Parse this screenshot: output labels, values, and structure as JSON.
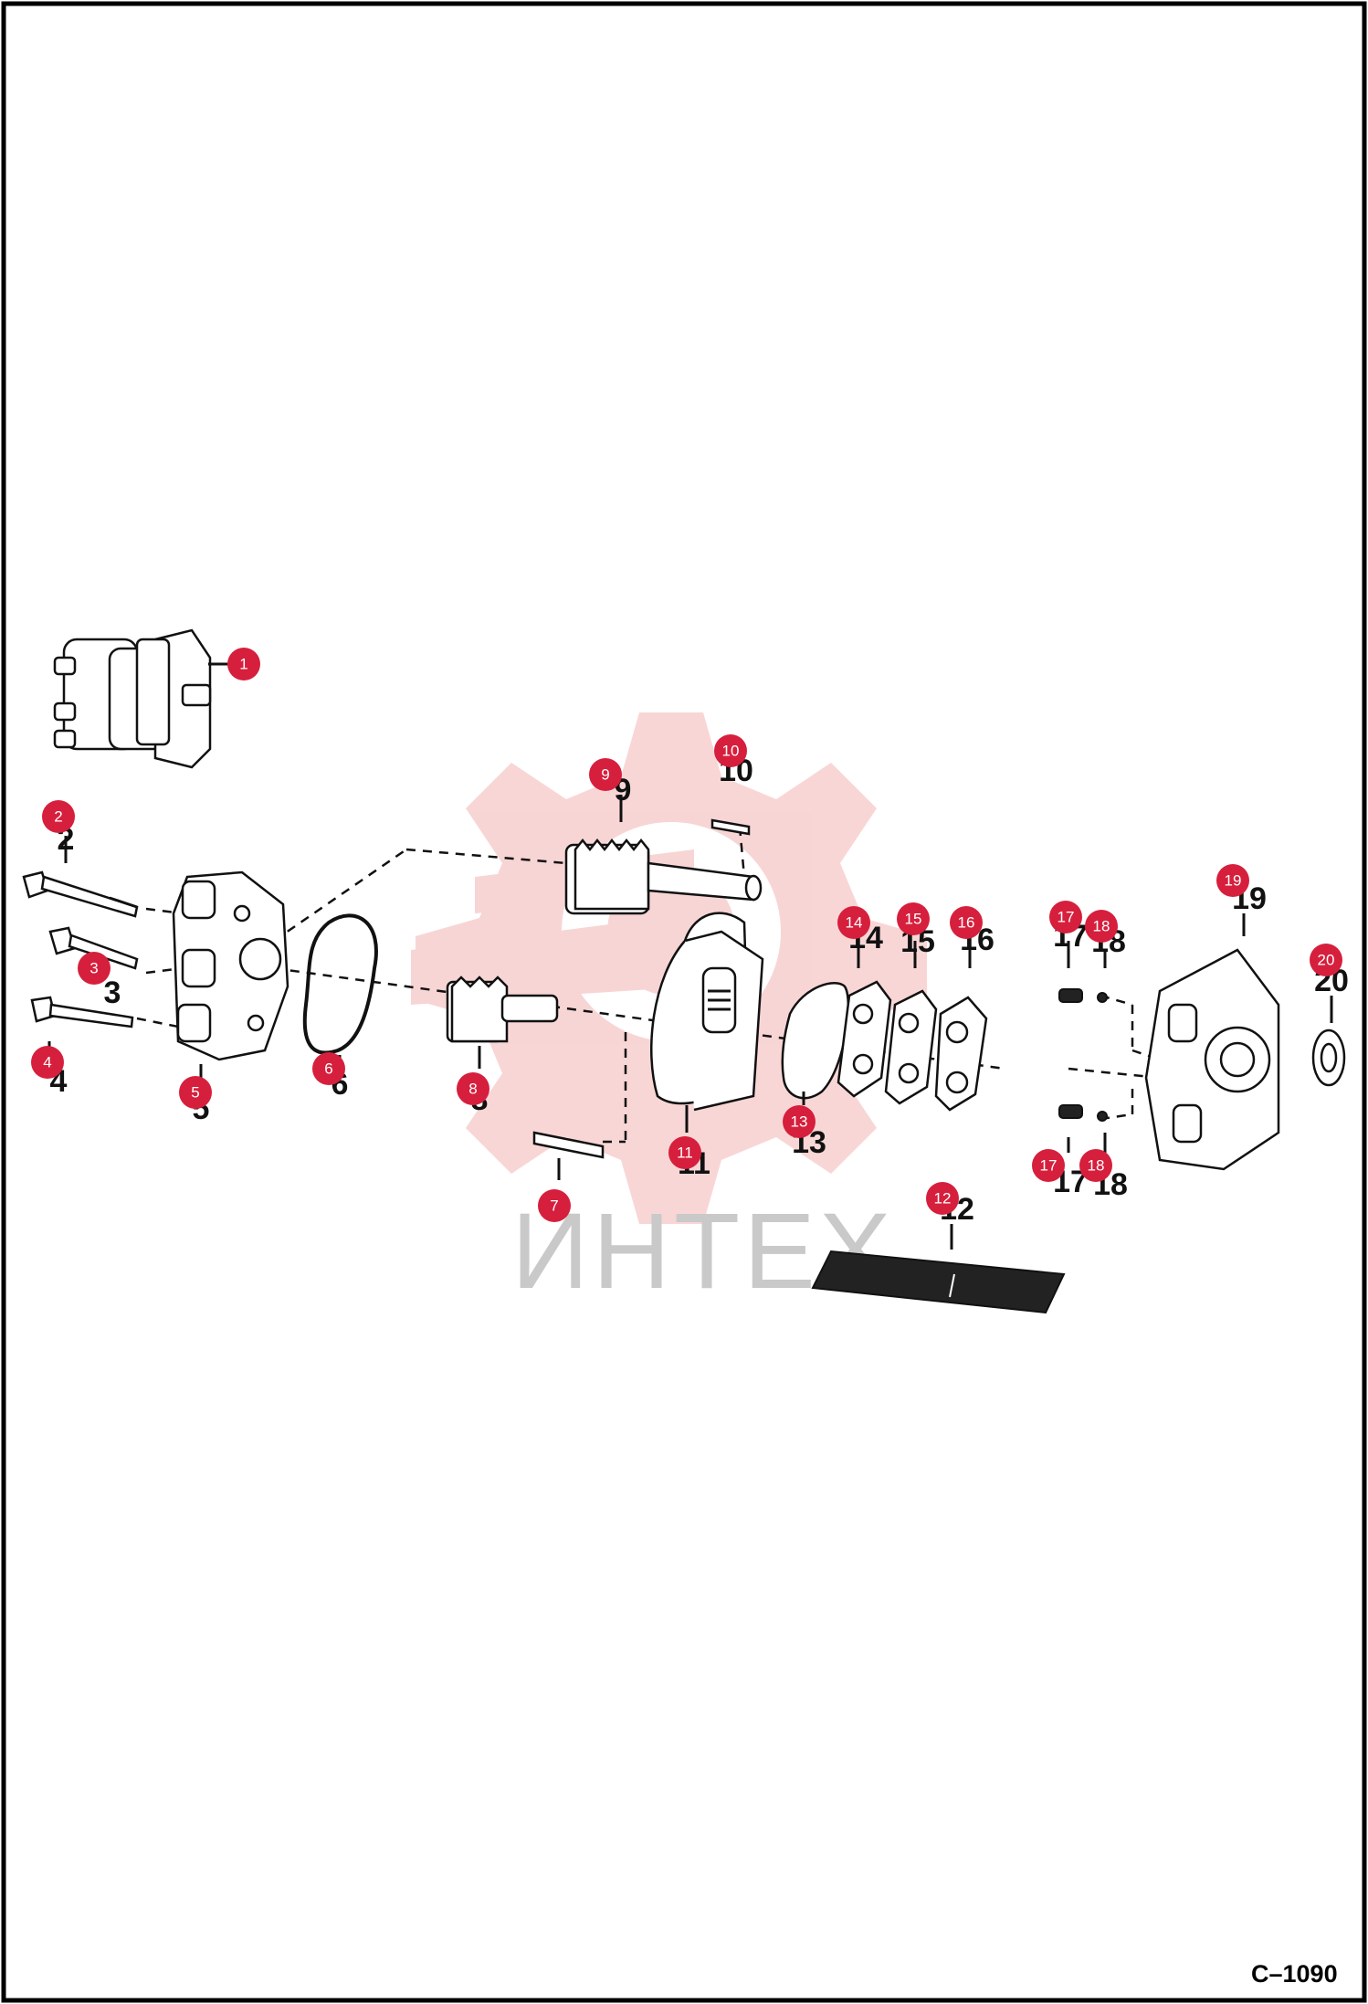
{
  "document": {
    "code": "C–1090",
    "watermark": "ИНТЕХ"
  },
  "colors": {
    "callout": "#d61f3c",
    "line": "#111111",
    "watermark": "#f6c0c0"
  },
  "callouts": [
    {
      "id": "1",
      "label": "1"
    },
    {
      "id": "2",
      "label": "2"
    },
    {
      "id": "3",
      "label": "3"
    },
    {
      "id": "4",
      "label": "4"
    },
    {
      "id": "5",
      "label": "5"
    },
    {
      "id": "6",
      "label": "6"
    },
    {
      "id": "7",
      "label": "7"
    },
    {
      "id": "8",
      "label": "8"
    },
    {
      "id": "9",
      "label": "9"
    },
    {
      "id": "10",
      "label": "10"
    },
    {
      "id": "11",
      "label": "11"
    },
    {
      "id": "12",
      "label": "12"
    },
    {
      "id": "13",
      "label": "13"
    },
    {
      "id": "14",
      "label": "14"
    },
    {
      "id": "15",
      "label": "15"
    },
    {
      "id": "16",
      "label": "16"
    },
    {
      "id": "17a",
      "label": "17"
    },
    {
      "id": "18a",
      "label": "18"
    },
    {
      "id": "17b",
      "label": "17"
    },
    {
      "id": "18b",
      "label": "18"
    },
    {
      "id": "19",
      "label": "19"
    },
    {
      "id": "20",
      "label": "20"
    }
  ]
}
